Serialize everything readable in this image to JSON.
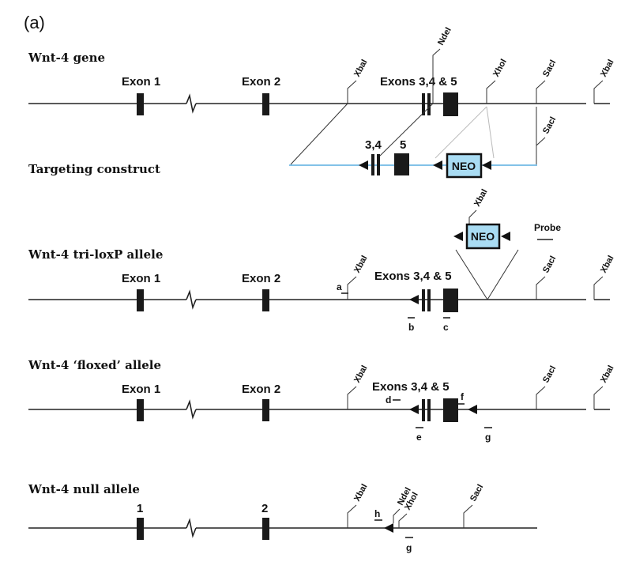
{
  "panel_label": "(a)",
  "rows": {
    "gene": {
      "title": "Wnt-4 gene",
      "exon1": "Exon 1",
      "exon2": "Exon 2",
      "exons345": "Exons 3,4 & 5",
      "sites": [
        "XbaI",
        "NdeI",
        "XhoI",
        "SacI",
        "XbaI"
      ]
    },
    "construct": {
      "title": "Targeting construct",
      "label_34": "3,4",
      "label_5": "5",
      "neo": "NEO",
      "site": "SacI"
    },
    "triloxp": {
      "title": "Wnt-4 tri-loxP allele",
      "exon1": "Exon 1",
      "exon2": "Exon 2",
      "exons345": "Exons 3,4 & 5",
      "sites": [
        "XbaI",
        "XbaI",
        "SacI",
        "XbaI"
      ],
      "neo": "NEO",
      "probe": "Probe",
      "primers": [
        "a",
        "b",
        "c"
      ]
    },
    "floxed": {
      "title": "Wnt-4 ‘floxed’ allele",
      "exon1": "Exon 1",
      "exon2": "Exon 2",
      "exons345": "Exons 3,4 & 5",
      "sites": [
        "XbaI",
        "SacI",
        "XbaI"
      ],
      "primers": [
        "d",
        "e",
        "f",
        "g"
      ]
    },
    "null": {
      "title": "Wnt-4 null allele",
      "exon1": "1",
      "exon2": "2",
      "sites": [
        "XbaI",
        "NdeI",
        "XhoI",
        "SacI"
      ],
      "primers": [
        "h",
        "g"
      ]
    }
  }
}
